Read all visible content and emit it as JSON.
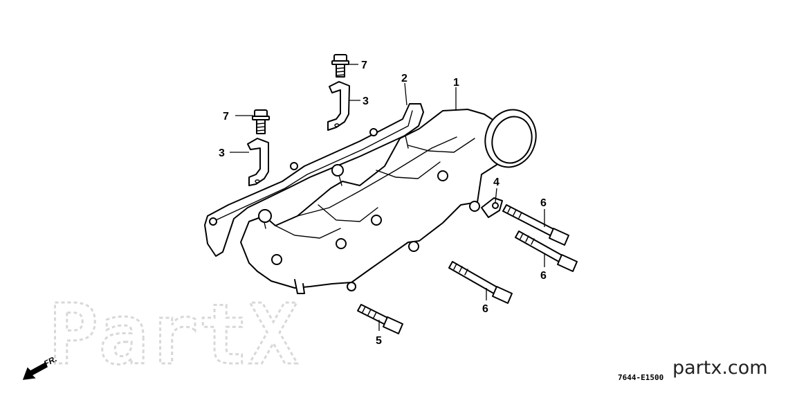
{
  "callouts": {
    "n1": "1",
    "n2": "2",
    "n3_top": "3",
    "n3_left": "3",
    "n4": "4",
    "n5": "5",
    "n6_a": "6",
    "n6_b": "6",
    "n6_c": "6",
    "n7_top": "7",
    "n7_left": "7"
  },
  "front_indicator": "FR.",
  "diagram_code": "7644-E1500",
  "watermark": "PartX",
  "site_name": "partx.com"
}
